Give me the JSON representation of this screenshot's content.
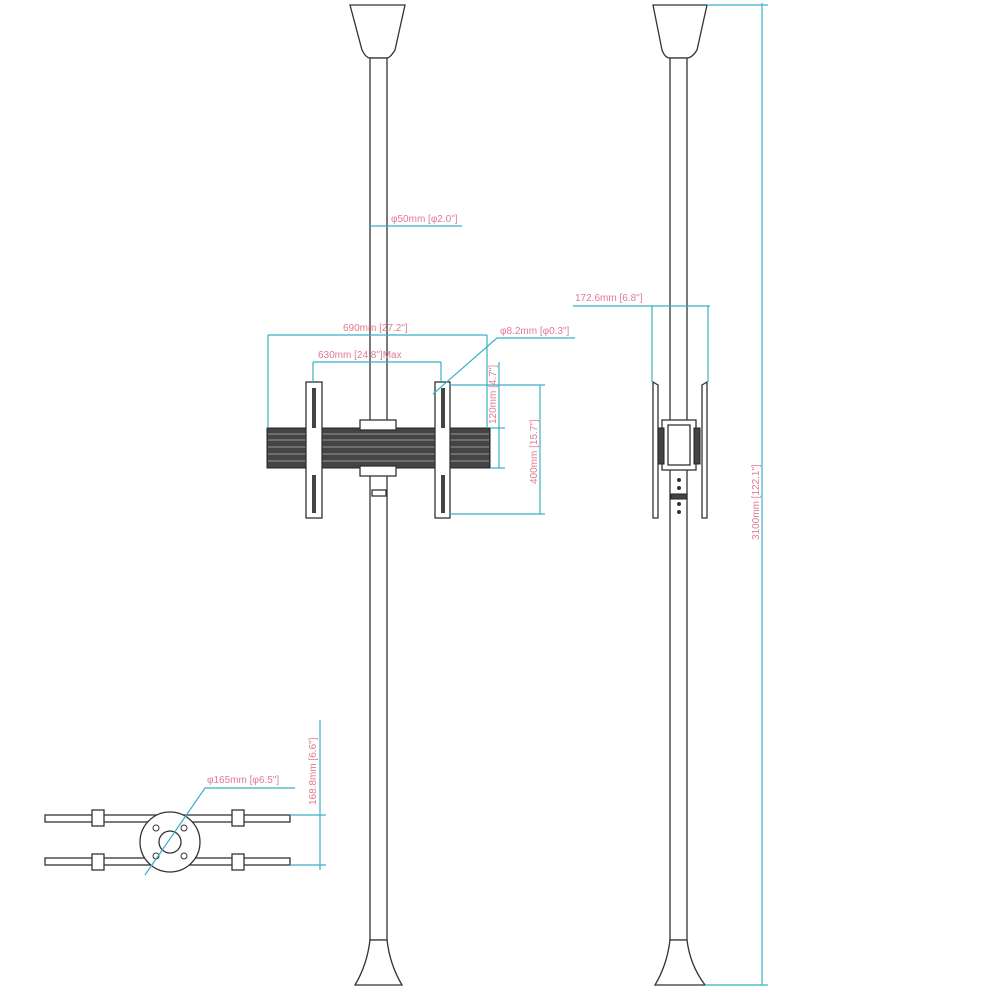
{
  "title": "Floor-to-ceiling TV pole mount dimensions",
  "colors": {
    "label": "#e07a92",
    "dimension_line": "#3ab0c8",
    "drawing": "#333333"
  },
  "dimensions": {
    "pole_diameter": "φ50mm [φ2.0\"]",
    "bracket_width": "690mm [27.2\"]",
    "vesa_max_width": "630mm [24.8\"]Max",
    "hole_diameter": "φ8.2mm [φ0.3\"]",
    "bracket_offset": "120mm [4.7\"]",
    "vesa_height": "400mm [15.7\"]",
    "depth": "172.6mm [6.8\"]",
    "total_height": "3100mm [122.1\"]",
    "base_diameter": "φ165mm [φ6.5\"]",
    "base_rail_spacing": "168.8mm [6.6\"]"
  }
}
